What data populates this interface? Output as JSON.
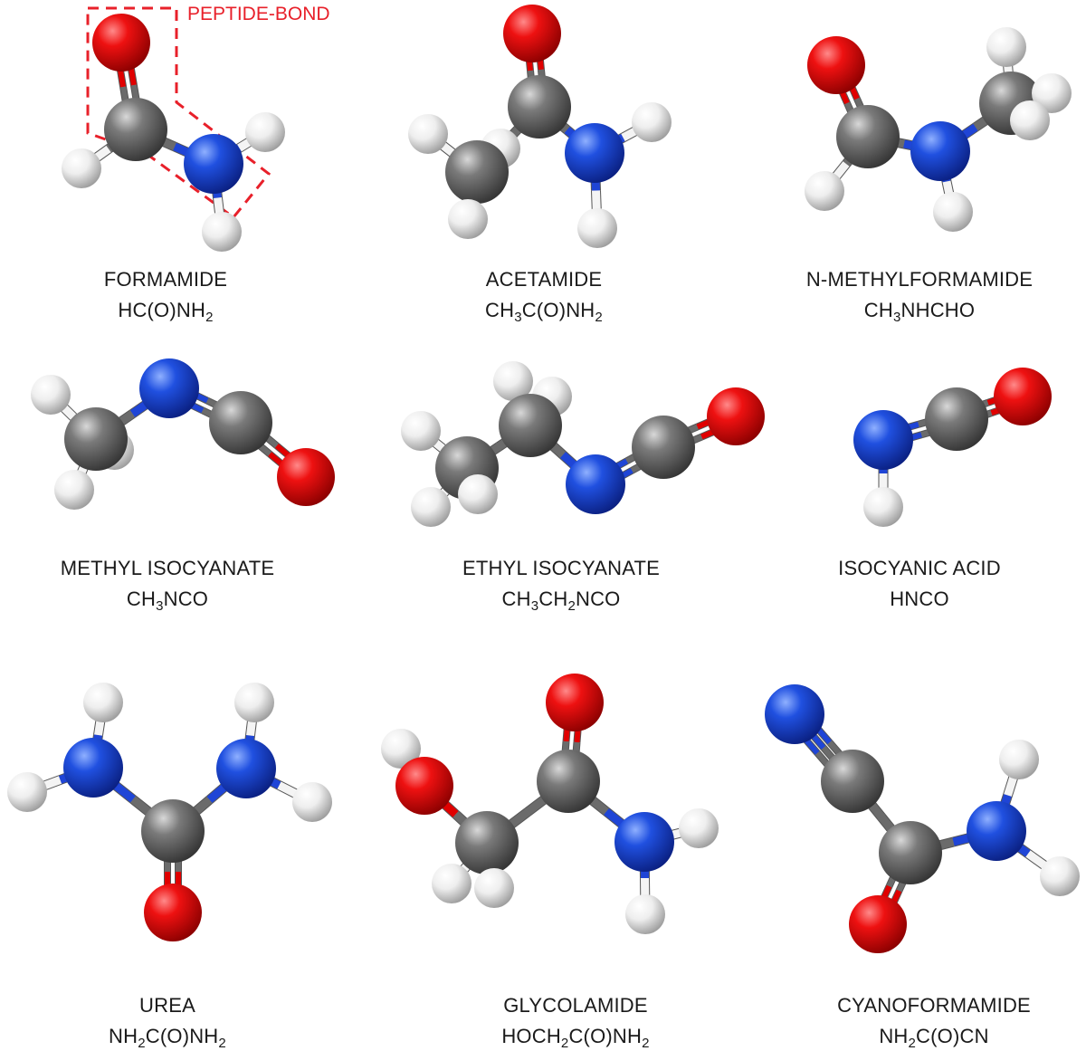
{
  "annotation": {
    "text": "PEPTIDE-BOND",
    "color": "#e8202a"
  },
  "atom_colors": {
    "O": "#e00000",
    "C": "#6b6b6b",
    "N": "#1f45d6",
    "H": "#f4f4f4"
  },
  "molecules": [
    {
      "name": "FORMAMIDE",
      "formula": [
        [
          "HC(O)NH",
          ""
        ],
        [
          "2",
          "sub"
        ]
      ]
    },
    {
      "name": "ACETAMIDE",
      "formula": [
        [
          "CH",
          ""
        ],
        [
          "3",
          "sub"
        ],
        [
          "C(O)NH",
          ""
        ],
        [
          "2",
          "sub"
        ]
      ]
    },
    {
      "name": "N-METHYLFORMAMIDE",
      "formula": [
        [
          "CH",
          ""
        ],
        [
          "3",
          "sub"
        ],
        [
          "NHCHO",
          ""
        ]
      ]
    },
    {
      "name": "METHYL ISOCYANATE",
      "formula": [
        [
          "CH",
          ""
        ],
        [
          "3",
          "sub"
        ],
        [
          "NCO",
          ""
        ]
      ]
    },
    {
      "name": "ETHYL ISOCYANATE",
      "formula": [
        [
          "CH",
          ""
        ],
        [
          "3",
          "sub"
        ],
        [
          "CH",
          ""
        ],
        [
          "2",
          "sub"
        ],
        [
          "NCO",
          ""
        ]
      ]
    },
    {
      "name": "ISOCYANIC ACID",
      "formula": [
        [
          "HNCO",
          ""
        ]
      ]
    },
    {
      "name": "UREA",
      "formula": [
        [
          "NH",
          ""
        ],
        [
          "2",
          "sub"
        ],
        [
          "C(O)NH",
          ""
        ],
        [
          "2",
          "sub"
        ]
      ]
    },
    {
      "name": "GLYCOLAMIDE",
      "formula": [
        [
          "HOCH",
          ""
        ],
        [
          "2",
          "sub"
        ],
        [
          "C(O)NH",
          ""
        ],
        [
          "2",
          "sub"
        ]
      ]
    },
    {
      "name": "CYANOFORMAMIDE",
      "formula": [
        [
          "NH",
          ""
        ],
        [
          "2",
          "sub"
        ],
        [
          "C(O)CN",
          ""
        ]
      ]
    }
  ]
}
